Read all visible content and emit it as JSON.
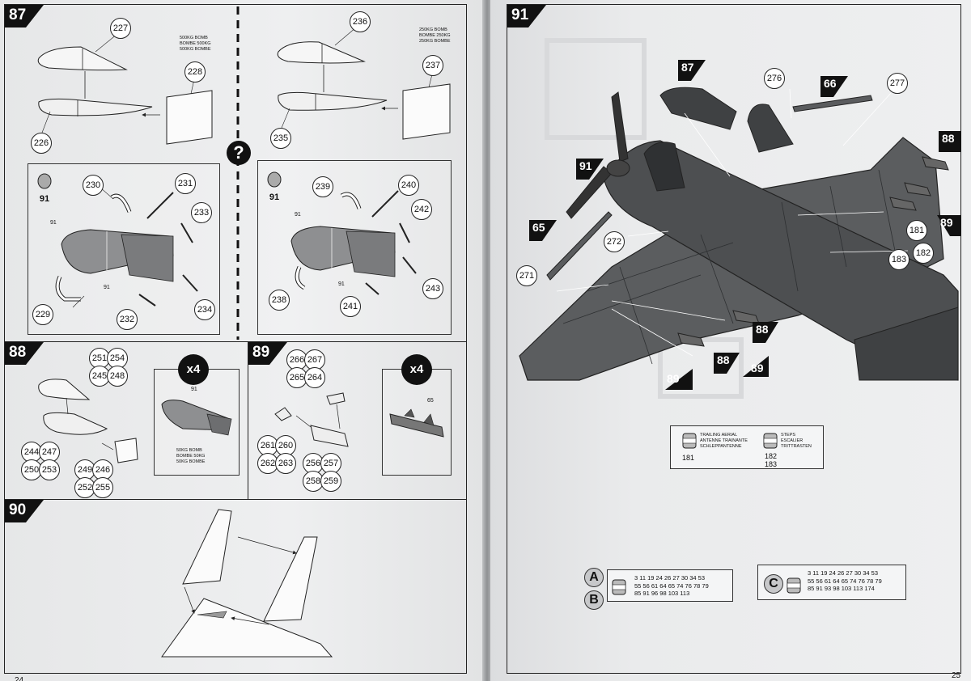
{
  "steps": {
    "s87": "87",
    "s88": "88",
    "s89": "89",
    "s90": "90",
    "s91": "91"
  },
  "step87": {
    "parts_a": [
      "227",
      "228",
      "226"
    ],
    "caption_a": [
      "500KG BOMB",
      "BOMBE 500KG",
      "500KG BOMBE"
    ],
    "parts_b": [
      "236",
      "237",
      "235"
    ],
    "caption_b": [
      "250KG BOMB",
      "BOMBE 250KG",
      "250KG BOMBE"
    ],
    "question": "?",
    "inset_a": {
      "paint": "91",
      "parts": [
        "230",
        "231",
        "233",
        "229",
        "232",
        "234"
      ],
      "paint_refs": [
        "91",
        "91"
      ]
    },
    "inset_b": {
      "paint": "91",
      "parts": [
        "239",
        "240",
        "242",
        "238",
        "241",
        "243"
      ],
      "paint_refs": [
        "91",
        "91"
      ]
    }
  },
  "step88": {
    "parts": [
      "251",
      "254",
      "245",
      "248",
      "244",
      "247",
      "250",
      "253",
      "249",
      "246",
      "252",
      "255"
    ],
    "multiplier": "x4",
    "paint": "91",
    "caption": [
      "50KG BOMB",
      "BOMBE 50KG",
      "50KG BOMBE"
    ]
  },
  "step89": {
    "parts": [
      "266",
      "267",
      "265",
      "264",
      "261",
      "260",
      "262",
      "263",
      "256",
      "257",
      "258",
      "259"
    ],
    "multiplier": "x4",
    "ref": "65"
  },
  "step91": {
    "parts": [
      "276",
      "277",
      "272",
      "271",
      "181",
      "183",
      "182"
    ],
    "refs": [
      "87",
      "66",
      "88",
      "91",
      "65",
      "89",
      "88",
      "88",
      "89",
      "89"
    ],
    "legend": {
      "aerial_label": [
        "TRAILING AERIAL",
        "ANTENNE TRAINANTE",
        "SCHLEPPANTENNE"
      ],
      "aerial_part": "181",
      "steps_label": [
        "STEPS",
        "ESCALIER",
        "TRITTRASTEN"
      ],
      "steps_parts": [
        "182",
        "183"
      ]
    },
    "schemes": {
      "a_letter": "A",
      "b_letter": "B",
      "ab_codes": [
        "3 11 19 24 26 27 30 34 53",
        "55 56 61 64 65 74 76 78 79",
        "85 91 96 98 103 113"
      ],
      "c_letter": "C",
      "c_codes": [
        "3 11 19 24 26 27 30 34 53",
        "55 56 61 64 65 74 76 78 79",
        "85 91 93 98 103 113 174"
      ]
    }
  },
  "page_numbers": {
    "left": "24",
    "right": "25"
  },
  "colors": {
    "ink": "#111111",
    "paper": "#ecedee",
    "tag": "#111111"
  }
}
